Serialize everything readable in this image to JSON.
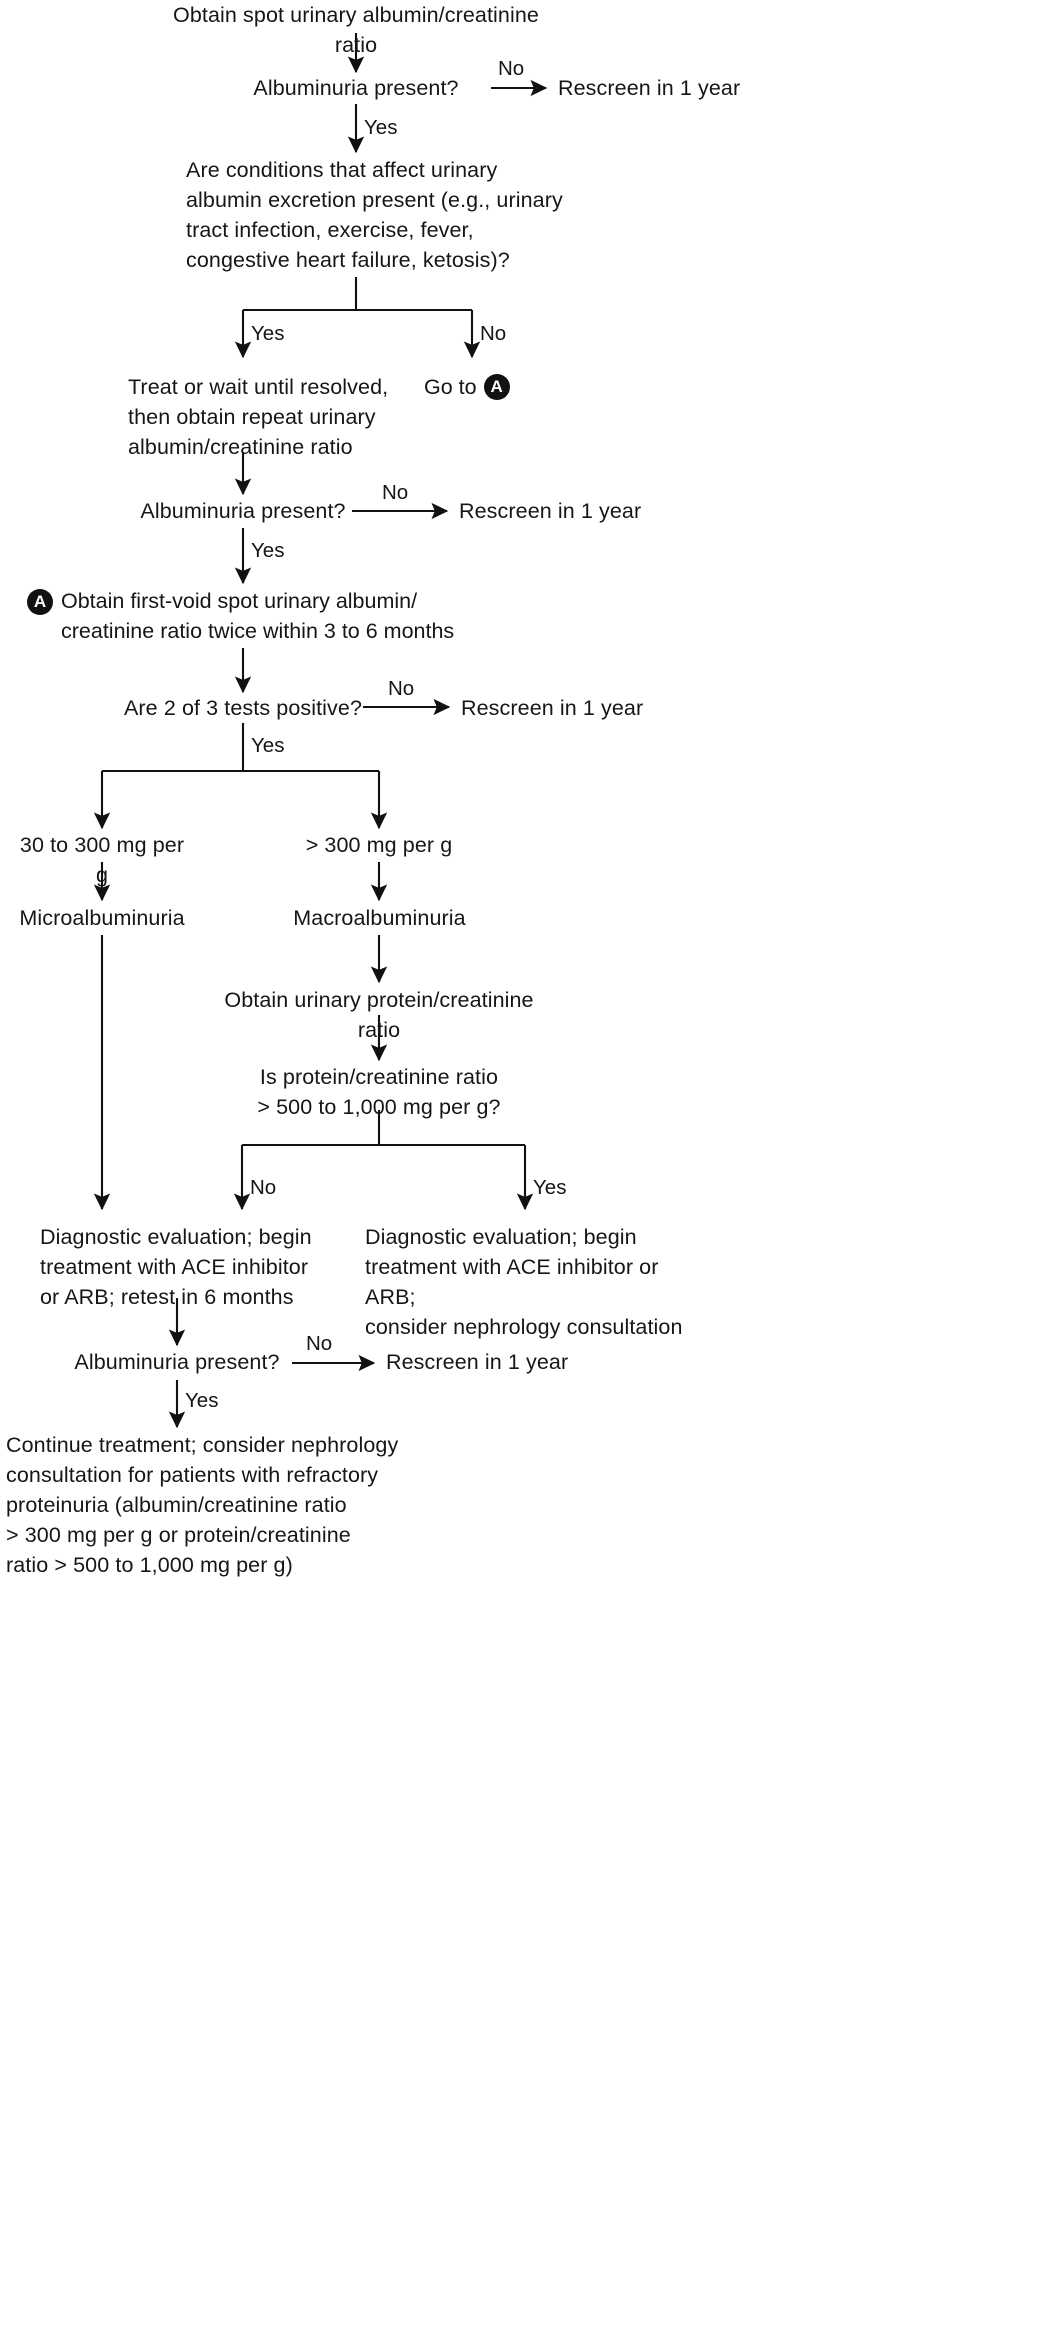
{
  "diagram": {
    "title": "Albuminuria screening and management algorithm",
    "colors": {
      "line": "#111111",
      "text": "#161616",
      "marker_fill": "#111111",
      "marker_text": "#ffffff",
      "background": "#ffffff"
    },
    "markers": [
      {
        "id": "marker-a-target",
        "label": "A"
      },
      {
        "id": "marker-a-source",
        "label": "A"
      }
    ],
    "nodes": [
      {
        "id": "n1",
        "name": "obtain-spot-ratio",
        "text": "Obtain spot urinary albumin/creatinine ratio"
      },
      {
        "id": "n2",
        "name": "albuminuria-present-1",
        "text": "Albuminuria present?"
      },
      {
        "id": "n3",
        "name": "rescreen-1-year-1",
        "text": "Rescreen in 1 year"
      },
      {
        "id": "n4",
        "name": "conditions-affecting-excretion",
        "text": "Are conditions that affect urinary\nalbumin excretion present (e.g., urinary\ntract infection, exercise, fever,\ncongestive heart failure, ketosis)?"
      },
      {
        "id": "n5",
        "name": "treat-or-wait",
        "text": "Treat or wait until resolved,\nthen obtain repeat urinary\nalbumin/creatinine ratio"
      },
      {
        "id": "n6",
        "name": "go-to-a",
        "text": "Go to"
      },
      {
        "id": "n7",
        "name": "albuminuria-present-2",
        "text": "Albuminuria present?"
      },
      {
        "id": "n8",
        "name": "rescreen-1-year-2",
        "text": "Rescreen in 1 year"
      },
      {
        "id": "n9",
        "name": "obtain-first-void",
        "text": "Obtain first-void spot urinary albumin/\ncreatinine ratio twice within 3 to 6 months"
      },
      {
        "id": "n10",
        "name": "two-of-three-tests-positive",
        "text": "Are 2 of 3 tests positive?"
      },
      {
        "id": "n11",
        "name": "rescreen-1-year-3",
        "text": "Rescreen in 1 year"
      },
      {
        "id": "n12",
        "name": "range-30-to-300",
        "text": "30 to 300 mg per g"
      },
      {
        "id": "n13",
        "name": "range-over-300",
        "text": "> 300 mg per g"
      },
      {
        "id": "n14",
        "name": "microalbuminuria",
        "text": "Microalbuminuria"
      },
      {
        "id": "n15",
        "name": "macroalbuminuria",
        "text": "Macroalbuminuria"
      },
      {
        "id": "n16",
        "name": "obtain-protein-creatinine-ratio",
        "text": "Obtain urinary protein/creatinine ratio"
      },
      {
        "id": "n17",
        "name": "is-protein-creatinine-over-500",
        "text": "Is protein/creatinine ratio\n> 500 to 1,000 mg per g?"
      },
      {
        "id": "n18",
        "name": "diagnostic-evaluation-micro",
        "text": "Diagnostic evaluation; begin\ntreatment with ACE inhibitor\nor ARB; retest in 6 months"
      },
      {
        "id": "n19",
        "name": "diagnostic-evaluation-macro",
        "text": "Diagnostic evaluation; begin\ntreatment with ACE inhibitor or ARB;\nconsider nephrology consultation"
      },
      {
        "id": "n20",
        "name": "albuminuria-present-3",
        "text": "Albuminuria present?"
      },
      {
        "id": "n21",
        "name": "rescreen-1-year-4",
        "text": "Rescreen in 1 year"
      },
      {
        "id": "n22",
        "name": "continue-treatment",
        "text": "Continue treatment; consider nephrology\nconsultation for patients with refractory\nproteinuria (albumin/creatinine ratio\n> 300 mg per g or protein/creatinine\nratio > 500 to 1,000 mg per g)"
      }
    ],
    "edge_labels": [
      {
        "id": "e1",
        "name": "edge-label-no-1",
        "text": "No"
      },
      {
        "id": "e2",
        "name": "edge-label-yes-1",
        "text": "Yes"
      },
      {
        "id": "e3",
        "name": "edge-label-yes-2",
        "text": "Yes"
      },
      {
        "id": "e4",
        "name": "edge-label-no-2",
        "text": "No"
      },
      {
        "id": "e5",
        "name": "edge-label-no-3",
        "text": "No"
      },
      {
        "id": "e6",
        "name": "edge-label-yes-3",
        "text": "Yes"
      },
      {
        "id": "e7",
        "name": "edge-label-no-4",
        "text": "No"
      },
      {
        "id": "e8",
        "name": "edge-label-yes-4",
        "text": "Yes"
      },
      {
        "id": "e9",
        "name": "edge-label-no-5",
        "text": "No"
      },
      {
        "id": "e10",
        "name": "edge-label-yes-5",
        "text": "Yes"
      },
      {
        "id": "e11",
        "name": "edge-label-no-6",
        "text": "No"
      },
      {
        "id": "e12",
        "name": "edge-label-yes-6",
        "text": "Yes"
      }
    ]
  }
}
